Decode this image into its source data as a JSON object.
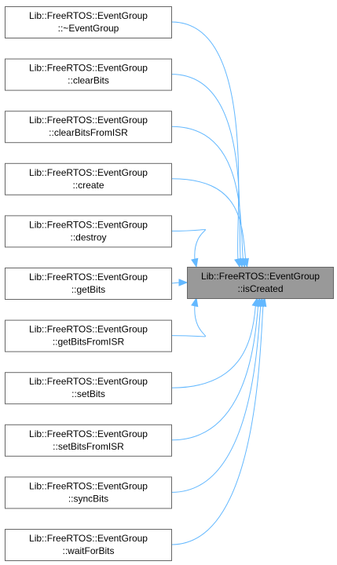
{
  "diagram": {
    "type": "call-graph",
    "edge_color": "#63b8ff",
    "node_border_color": "#666666",
    "target_fill_color": "#999999",
    "target": {
      "line1": "Lib::FreeRTOS::EventGroup",
      "line2": "::isCreated"
    },
    "callers": [
      {
        "line1": "Lib::FreeRTOS::EventGroup",
        "line2": "::~EventGroup"
      },
      {
        "line1": "Lib::FreeRTOS::EventGroup",
        "line2": "::clearBits"
      },
      {
        "line1": "Lib::FreeRTOS::EventGroup",
        "line2": "::clearBitsFromISR"
      },
      {
        "line1": "Lib::FreeRTOS::EventGroup",
        "line2": "::create"
      },
      {
        "line1": "Lib::FreeRTOS::EventGroup",
        "line2": "::destroy"
      },
      {
        "line1": "Lib::FreeRTOS::EventGroup",
        "line2": "::getBits"
      },
      {
        "line1": "Lib::FreeRTOS::EventGroup",
        "line2": "::getBitsFromISR"
      },
      {
        "line1": "Lib::FreeRTOS::EventGroup",
        "line2": "::setBits"
      },
      {
        "line1": "Lib::FreeRTOS::EventGroup",
        "line2": "::setBitsFromISR"
      },
      {
        "line1": "Lib::FreeRTOS::EventGroup",
        "line2": "::syncBits"
      },
      {
        "line1": "Lib::FreeRTOS::EventGroup",
        "line2": "::waitForBits"
      }
    ]
  }
}
